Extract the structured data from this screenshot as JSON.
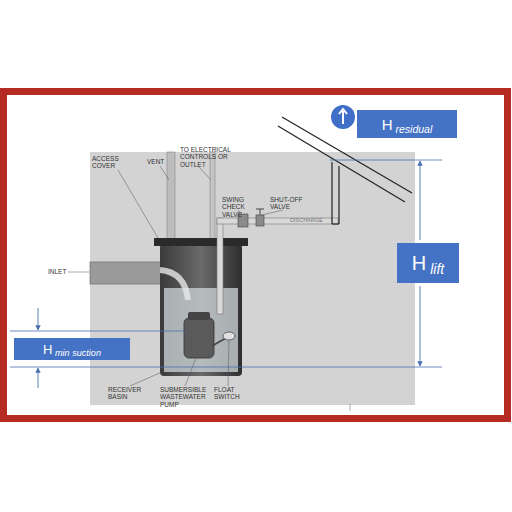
{
  "diagram": {
    "nodes": [
      {
        "text": [
          "H residual"
        ]
      },
      {
        "text": [
          "H lift"
        ]
      },
      {
        "text": [
          "H min suction"
        ]
      }
    ],
    "labels": [
      "ACCESS COVER",
      "VENT",
      "TO ELECTRICAL CONTROLS OR OUTLET",
      "SWING CHECK VALVE",
      "SHUT-OFF VALVE",
      "INLET",
      "RECEIVER BASIN",
      "SUBMERSIBLE WASTEWATER PUMP",
      "FLOAT SWITCH",
      "DISCHARGE"
    ]
  }
}
